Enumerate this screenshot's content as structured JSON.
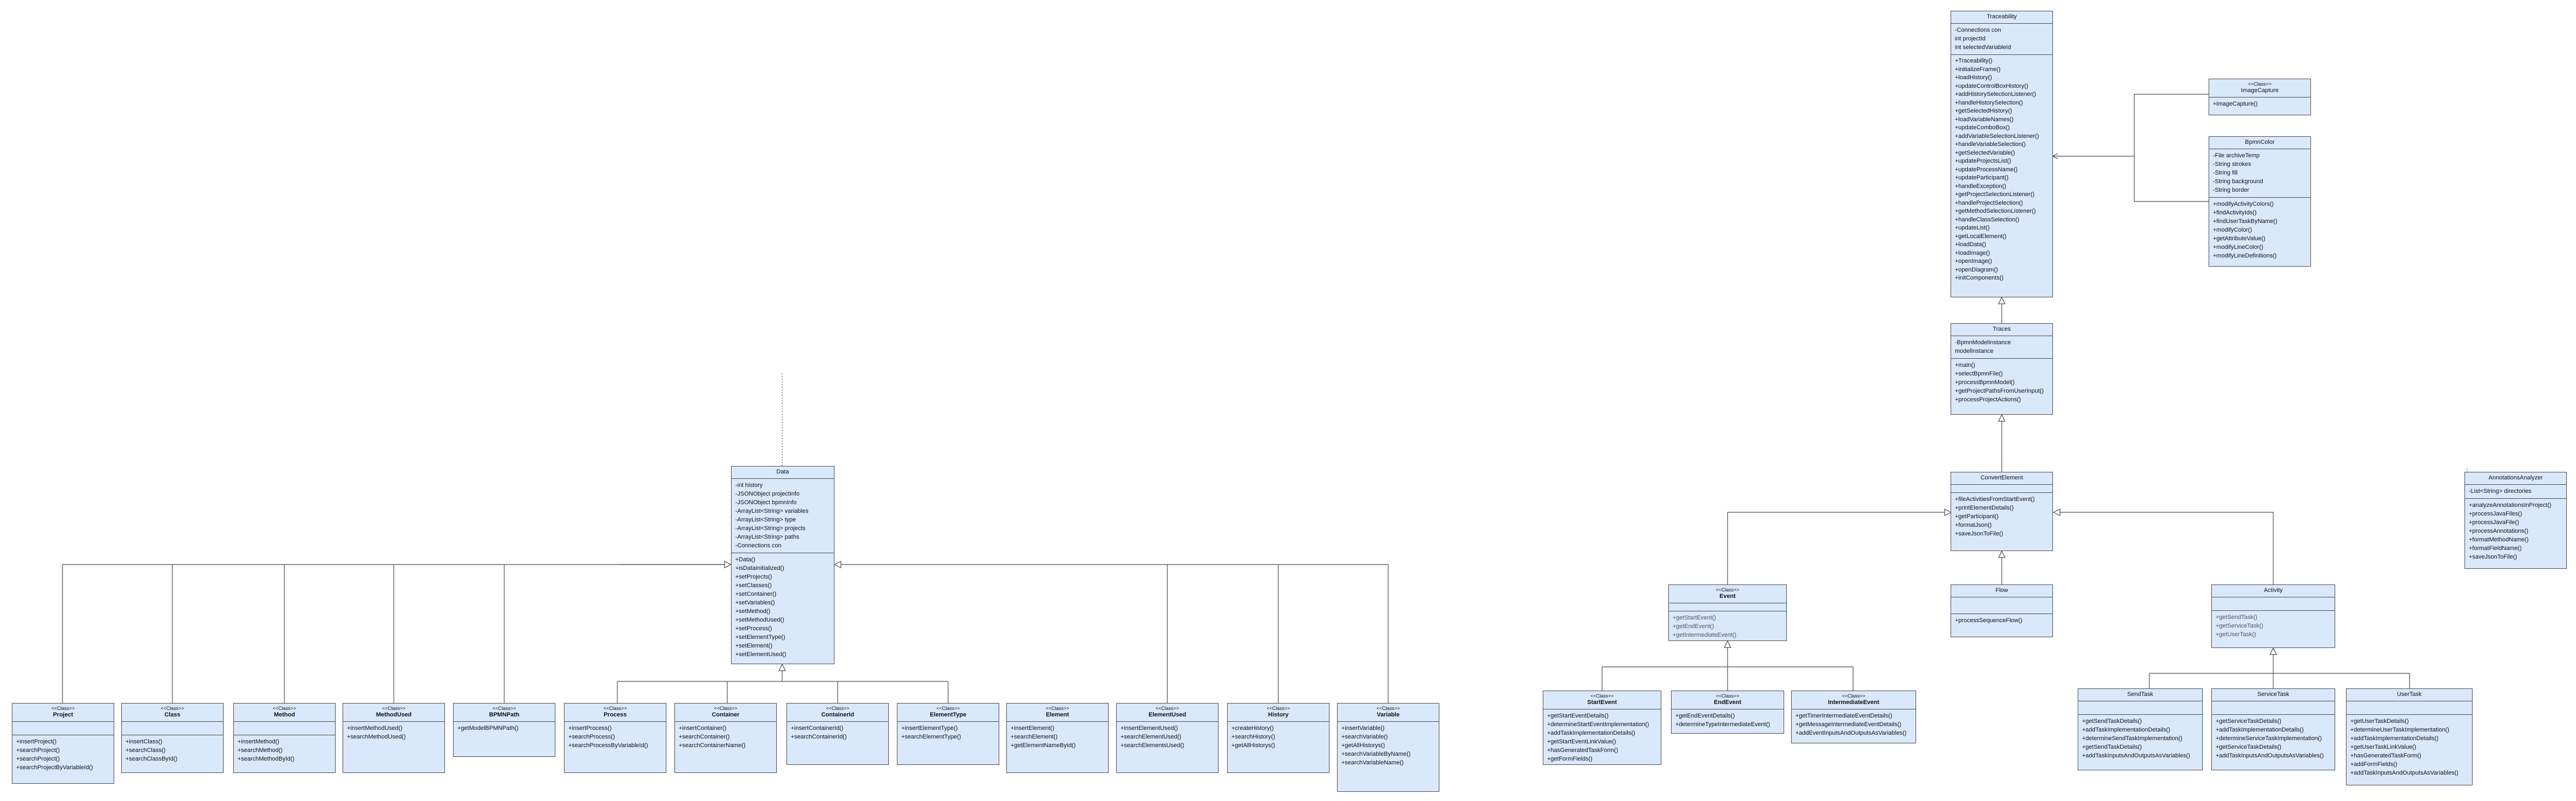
{
  "classes": {
    "traceability": {
      "name": "Traceability",
      "fields": [
        "-Connections con",
        "int projectId",
        "int selectedVariableId"
      ],
      "methods": [
        "+Traceability()",
        "+initializeFrame()",
        "+loadHistory()",
        "+updateControlBoxHistory()",
        "+addHistorySelectionListener()",
        "+handleHistorySelection()",
        "+getSelectedHistory()",
        "+loadVariableNames()",
        "+updateComboBox()",
        "+addVariableSelectionListener()",
        "+handleVariableSelection()",
        "+getSelectedVariable()",
        "+updateProjectsList()",
        "+updateProcessName()",
        "+updateParticipant()",
        "+handleException()",
        "+getProjectSelectionListener()",
        "+handleProjectSelection()",
        "+getMethodSelectionListener()",
        "+handleClassSelection()",
        "+updateList()",
        "+getLocalElement()",
        "+loadData()",
        "+loadImage()",
        "+openImage()",
        "+openDiagram()",
        "+initComponents()"
      ]
    },
    "imagecapture": {
      "stereotype": "<<Class>>",
      "name": "ImageCapture",
      "methods": [
        "+imageCapture()"
      ]
    },
    "bpmncolor": {
      "name": "BpmnColor",
      "fields": [
        "-File archiveTemp",
        "-String strokes",
        "-String fill",
        "-String background",
        "-String border"
      ],
      "methods": [
        "+modifyActivityColors()",
        "+findActivityIds()",
        "+findUserTaskByName()",
        "+modifyColor()",
        "+getAttributeValue()",
        "+modifyLineColor()",
        "+modifyLineDefinitions()"
      ]
    },
    "traces": {
      "name": "Traces",
      "fields": [
        "-BpmnModelInstance",
        "modelInstance"
      ],
      "methods": [
        "+main()",
        "+selectBpmnFile()",
        "+processBpmnModel()",
        "+getProjectPathsFromUserInput()",
        "+processProjectActions()"
      ]
    },
    "convertelement": {
      "name": "ConvertElement",
      "methods": [
        "+fileActivitiesFromStartEvent()",
        "+printElementDetails()",
        "+getParticipant()",
        "+formatJson()",
        "+saveJsonToFile()"
      ]
    },
    "annotationsanalyzer": {
      "name": "AnnotationsAnalyzer",
      "fields": [
        "-List<String> directories"
      ],
      "methods": [
        "+analyzeAnnotationsInProject()",
        "+processJavaFiles()",
        "+processJavaFile()",
        "+processAnnotations()",
        "+formatMethodName()",
        "+formatFieldName()",
        "+saveJsonToFile()"
      ]
    },
    "event": {
      "stereotype": "<<Class>>",
      "name": "Event",
      "methods": [
        "+getStartEvent()",
        "+getEndEvent()",
        "+getIntermediateEvent()"
      ]
    },
    "flow": {
      "name": "Flow",
      "methods": [
        "+processSequenceFlow()"
      ]
    },
    "activity": {
      "name": "Activity",
      "methods": [
        "+getSendTask()",
        "+getServiceTask()",
        "+getUserTask()"
      ]
    },
    "startevent": {
      "stereotype": "<<Class>>",
      "name": "StartEvent",
      "methods": [
        "+getStartEventDetails()",
        "+determineStartEventImplementation()",
        "+addTaskImplementationDetails()",
        "+getStartEventLinkValue()",
        "+hasGeneratedTaskForm()",
        "+getFormFields()"
      ]
    },
    "endevent": {
      "stereotype": "<<Class>>",
      "name": "EndEvent",
      "methods": [
        "+getEndEventDetails()",
        "+determineTypeIntermediateEvent()"
      ]
    },
    "intermediateevent": {
      "stereotype": "<<Class>>",
      "name": "IntermediateEvent",
      "methods": [
        "+getTimerIntermediateEventDetails()",
        "+getMessageIntermediateEventDetails()",
        "+addEventInputsAndOutputsAsVariables()"
      ]
    },
    "sendtask": {
      "name": "SendTask",
      "methods": [
        "+getSendTaskDetails()",
        "+addTaskImplementationDetails()",
        "+determineSendTaskImplementation()",
        "+getSendTaskDetails()",
        "+addTaskInputsAndOutputsAsVariables()"
      ]
    },
    "servicetask": {
      "name": "ServiceTask",
      "methods": [
        "+getServiceTaskDetails()",
        "+addTaskImplementationDetails()",
        "+determineServiceTaskImplementation()",
        "+getServiceTaskDetails()",
        "+addTaskInputsAndOutputsAsVariables()"
      ]
    },
    "usertask": {
      "name": "UserTask",
      "methods": [
        "+getUserTaskDetails()",
        "+determineUserTaskImplementation()",
        "+addTaskImplementationDetails()",
        "+getUserTaskLinkValue()",
        "+hasGeneratedTaskForm()",
        "+addFormFields()",
        "+addTaskInputsAndOutputsAsVariables()"
      ]
    },
    "data": {
      "name": "Data",
      "fields": [
        "-int history",
        "-JSONObject projectInfo",
        "-JSONObject bpmnInfo",
        "-ArrayList<String> variables",
        "-ArrayList<String> type",
        "-ArrayList<String> projects",
        "-ArrayList<String> paths",
        "-Connections con"
      ],
      "methods": [
        "+Data()",
        "+isDataInitialized()",
        "+setProjects()",
        "+setClasses()",
        "+setContainer()",
        "+setVariables()",
        "+setMethod()",
        "+setMethodUsed()",
        "+setProcess()",
        "+setElementType()",
        "+setElement()",
        "+setElementUsed()"
      ]
    },
    "project": {
      "stereotype": "<<Class>>",
      "name": "Project",
      "methods": [
        "+insertProject()",
        "+searchProject()",
        "+searchProject()",
        "+searchProjectByVariableId()"
      ]
    },
    "class": {
      "stereotype": "<<Class>>",
      "name": "Class",
      "methods": [
        "+insertClass()",
        "+searchClass()",
        "+searchClassById()"
      ]
    },
    "method": {
      "stereotype": "<<Class>>",
      "name": "Method",
      "methods": [
        "+insertMethod()",
        "+searchMethod()",
        "+searchMethodById()"
      ]
    },
    "methodused": {
      "stereotype": "<<Class>>",
      "name": "MethodUsed",
      "methods": [
        "+insertMethodUsed()",
        "+searchMethodUsed()"
      ]
    },
    "bpmnpath": {
      "stereotype": "<<Class>>",
      "name": "BPMNPath",
      "methods": [
        "+getModelBPMNPath()"
      ]
    },
    "process": {
      "stereotype": "<<Class>>",
      "name": "Process",
      "methods": [
        "+insertProcess()",
        "+searchProcess()",
        "+searchProcessByVariableId()"
      ]
    },
    "container": {
      "stereotype": "<<Class>>",
      "name": "Container",
      "methods": [
        "+insertContainer()",
        "+searchContainer()",
        "+searchContainerName()"
      ]
    },
    "containerid": {
      "stereotype": "<<Class>>",
      "name": "ContainerId",
      "methods": [
        "+insertContainerId()",
        "+searchContainerId()"
      ]
    },
    "elementtype": {
      "stereotype": "<<Class>>",
      "name": "ElementType",
      "methods": [
        "+insertElementType()",
        "+searchElementType()"
      ]
    },
    "element": {
      "stereotype": "<<Class>>",
      "name": "Element",
      "methods": [
        "+insertElement()",
        "+searchElement()",
        "+getElementNameById()"
      ]
    },
    "elementused": {
      "stereotype": "<<Class>>",
      "name": "ElementUsed",
      "methods": [
        "+insertElementUsed()",
        "+searchElementUsed()",
        "+searchElementsUsed()"
      ]
    },
    "history": {
      "stereotype": "<<Class>>",
      "name": "History",
      "methods": [
        "+createHistory()",
        "+searchHistory()",
        "+getAllHistorys()"
      ]
    },
    "variable": {
      "stereotype": "<<Class>>",
      "name": "Variable",
      "methods": [
        "+insertVariable()",
        "+searchVariable()",
        "+getAllHistorys()",
        "+searchVariableByName()",
        "+searchVariableName()"
      ]
    }
  }
}
